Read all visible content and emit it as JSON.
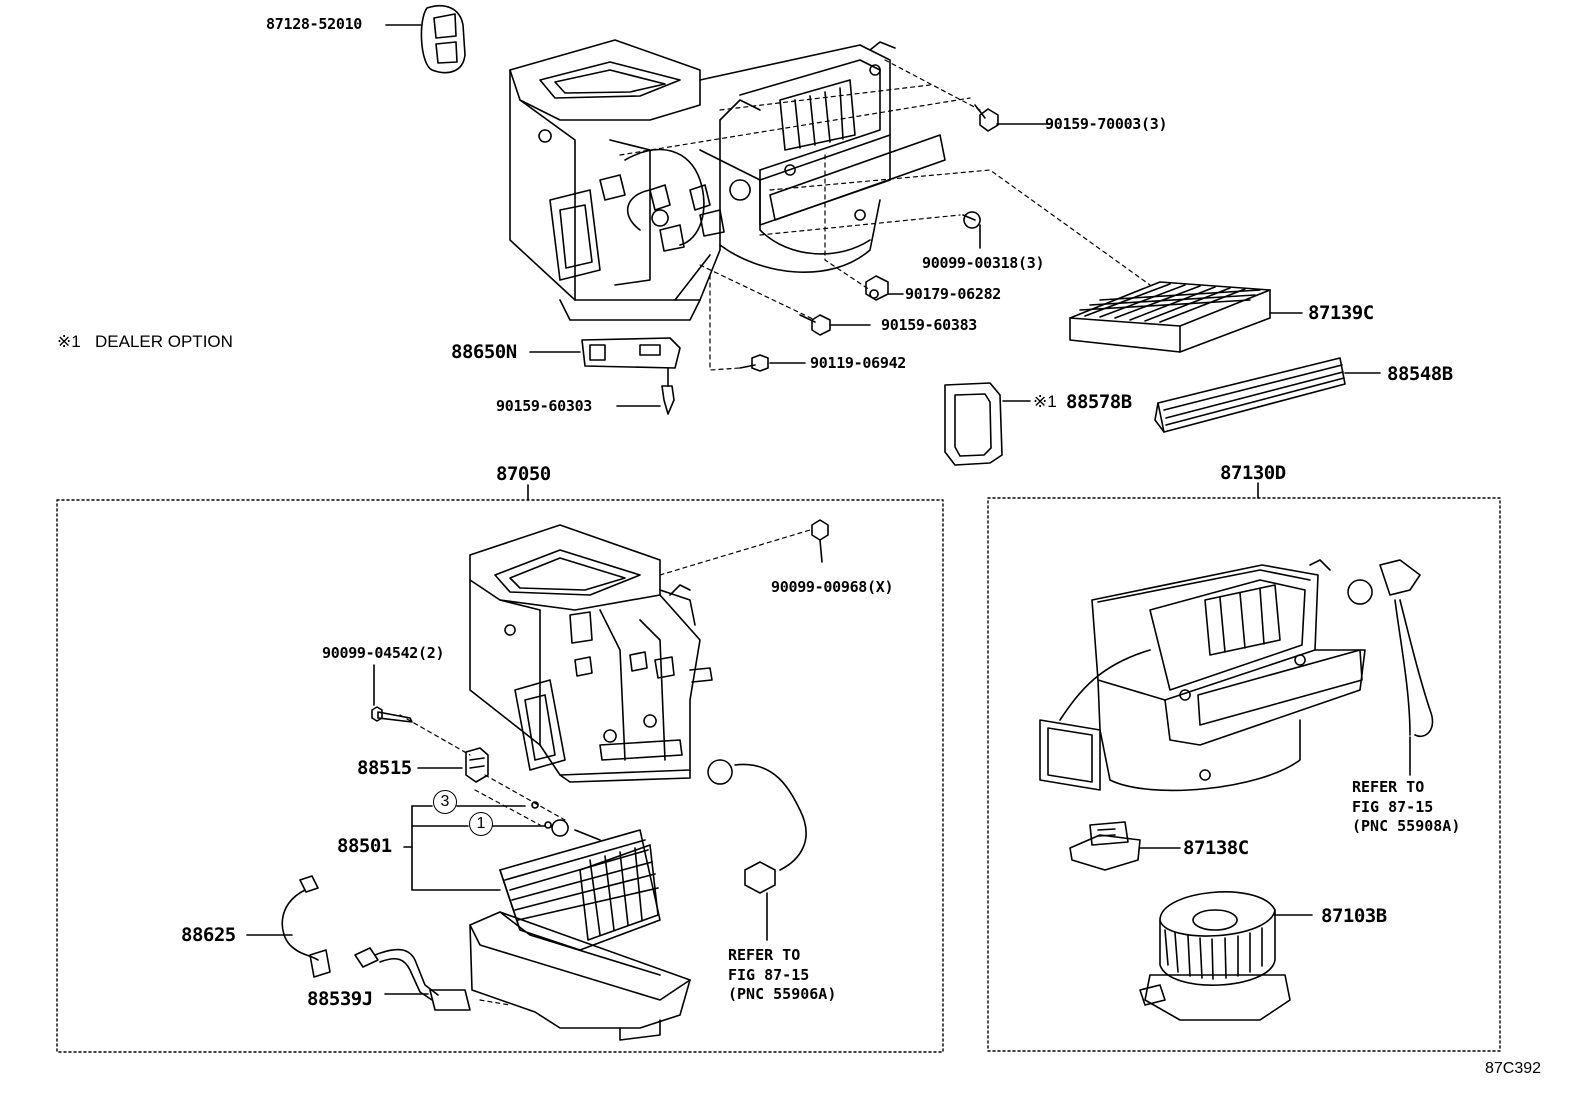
{
  "dealer_note": {
    "mark": "※1",
    "text": "DEALER OPTION"
  },
  "groups": [
    {
      "id": "87050",
      "label": "87050"
    },
    {
      "id": "87130D",
      "label": "87130D"
    }
  ],
  "parts_top": {
    "p87128": "87128-52010",
    "p9015970003": "90159-70003(3)",
    "p9009900318": "90099-00318(3)",
    "p9017906282": "90179-06282",
    "p9015960383": "90159-60383",
    "p9011906942": "90119-06942",
    "p88650N": "88650N",
    "p9015960303": "90159-60303",
    "p87139C": "87139C",
    "p88548B": "88548B",
    "p88578B_mark": "※1",
    "p88578B": "88578B"
  },
  "parts_left_box": {
    "p9009900968": "90099-00968(X)",
    "p9009904542": "90099-04542(2)",
    "p88515": "88515",
    "p88501": "88501",
    "circle3": "3",
    "circle1": "1",
    "p88625": "88625",
    "p88539J": "88539J",
    "refer_line1": "REFER TO",
    "refer_line2": "FIG 87-15",
    "refer_line3": "(PNC 55906A)"
  },
  "parts_right_box": {
    "refer_line1": "REFER TO",
    "refer_line2": "FIG 87-15",
    "refer_line3": "(PNC 55908A)",
    "p87138C": "87138C",
    "p87103B": "87103B"
  },
  "figure_code": "87C392"
}
